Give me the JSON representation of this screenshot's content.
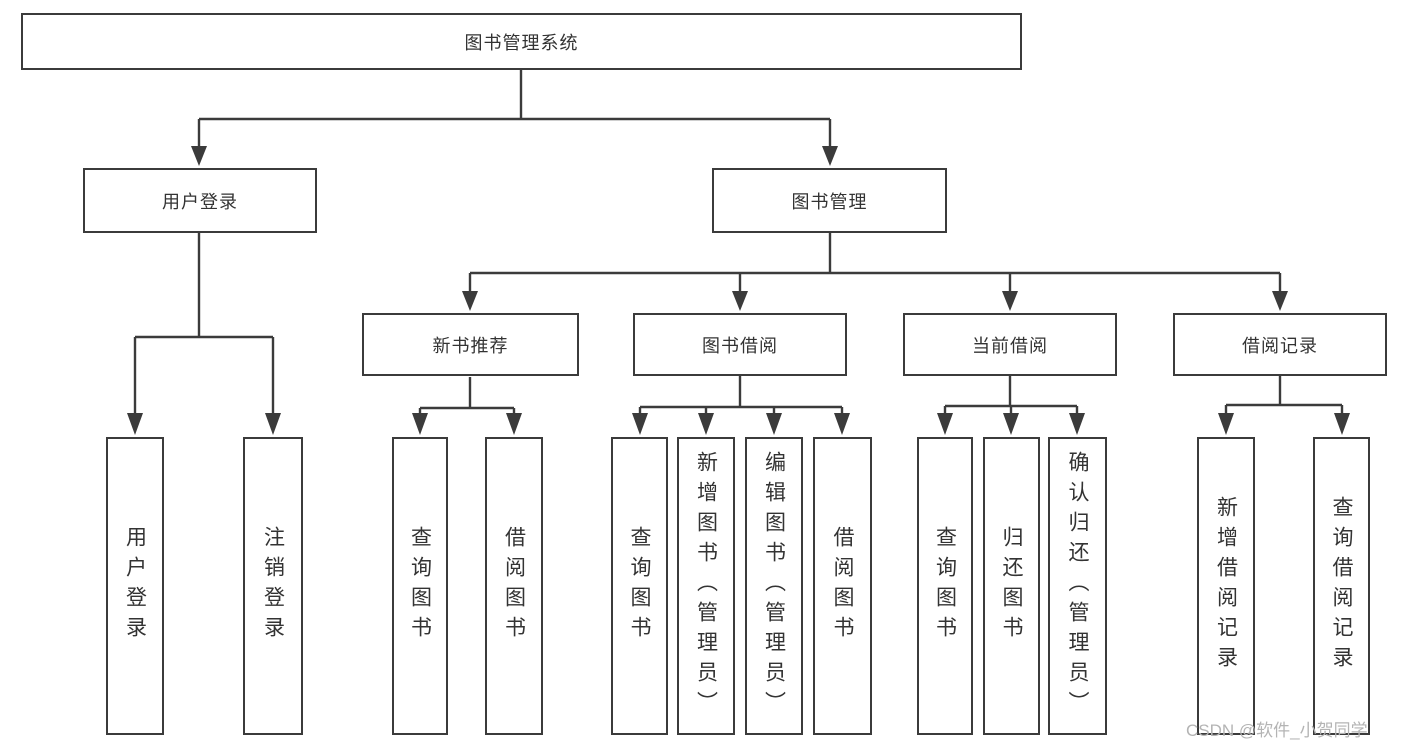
{
  "tree": {
    "root": {
      "label": "图书管理系统",
      "children": [
        {
          "label": "用户登录",
          "children": [
            {
              "label": "用户登录"
            },
            {
              "label": "注销登录"
            }
          ]
        },
        {
          "label": "图书管理",
          "children": [
            {
              "label": "新书推荐",
              "children": [
                {
                  "label": "查询图书"
                },
                {
                  "label": "借阅图书"
                }
              ]
            },
            {
              "label": "图书借阅",
              "children": [
                {
                  "label": "查询图书"
                },
                {
                  "label": "新增图书（管理员）"
                },
                {
                  "label": "编辑图书（管理员）"
                },
                {
                  "label": "借阅图书"
                }
              ]
            },
            {
              "label": "当前借阅",
              "children": [
                {
                  "label": "查询图书"
                },
                {
                  "label": "归还图书"
                },
                {
                  "label": "确认归还（管理员）"
                }
              ]
            },
            {
              "label": "借阅记录",
              "children": [
                {
                  "label": "新增借阅记录"
                },
                {
                  "label": "查询借阅记录"
                }
              ]
            }
          ]
        }
      ]
    }
  },
  "watermark": "CSDN @软件_小贺同学",
  "colors": {
    "line": "#3b3b3b",
    "box_border": "#3b3b3b",
    "text": "#333333",
    "watermark": "#b4b4b4",
    "background": "#ffffff"
  }
}
